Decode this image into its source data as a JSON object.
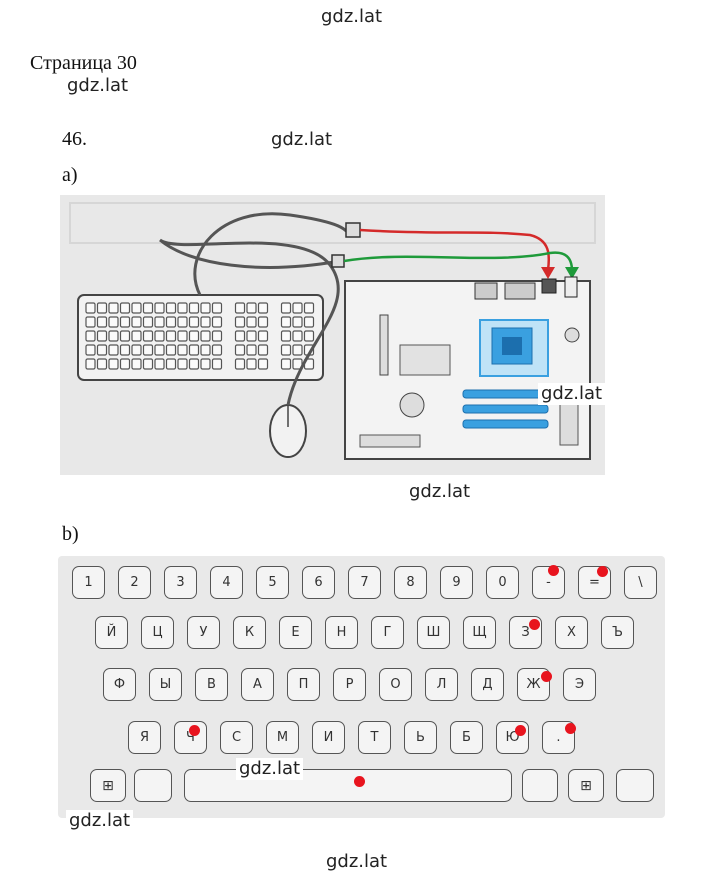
{
  "watermark": "gdz.lat",
  "page_label": "Страница 30",
  "task_number": "46.",
  "part_a_label": "а)",
  "part_b_label": "b)",
  "keyboard": {
    "row1": [
      "1",
      "2",
      "3",
      "4",
      "5",
      "6",
      "7",
      "8",
      "9",
      "0",
      "-",
      "=",
      "\\"
    ],
    "row2": [
      "Й",
      "Ц",
      "У",
      "К",
      "Е",
      "Н",
      "Г",
      "Ш",
      "Щ",
      "З",
      "Х",
      "Ъ"
    ],
    "row3": [
      "Ф",
      "Ы",
      "В",
      "А",
      "П",
      "Р",
      "О",
      "Л",
      "Д",
      "Ж",
      "Э"
    ],
    "row4": [
      "Я",
      "Ч",
      "С",
      "М",
      "И",
      "Т",
      "Ь",
      "Б",
      "Ю",
      "."
    ]
  },
  "colors": {
    "marker": "#e8141e",
    "arrow_red": "#d42a2a",
    "arrow_green": "#1e9a3a",
    "highlight_blue": "#3aa0e0"
  }
}
